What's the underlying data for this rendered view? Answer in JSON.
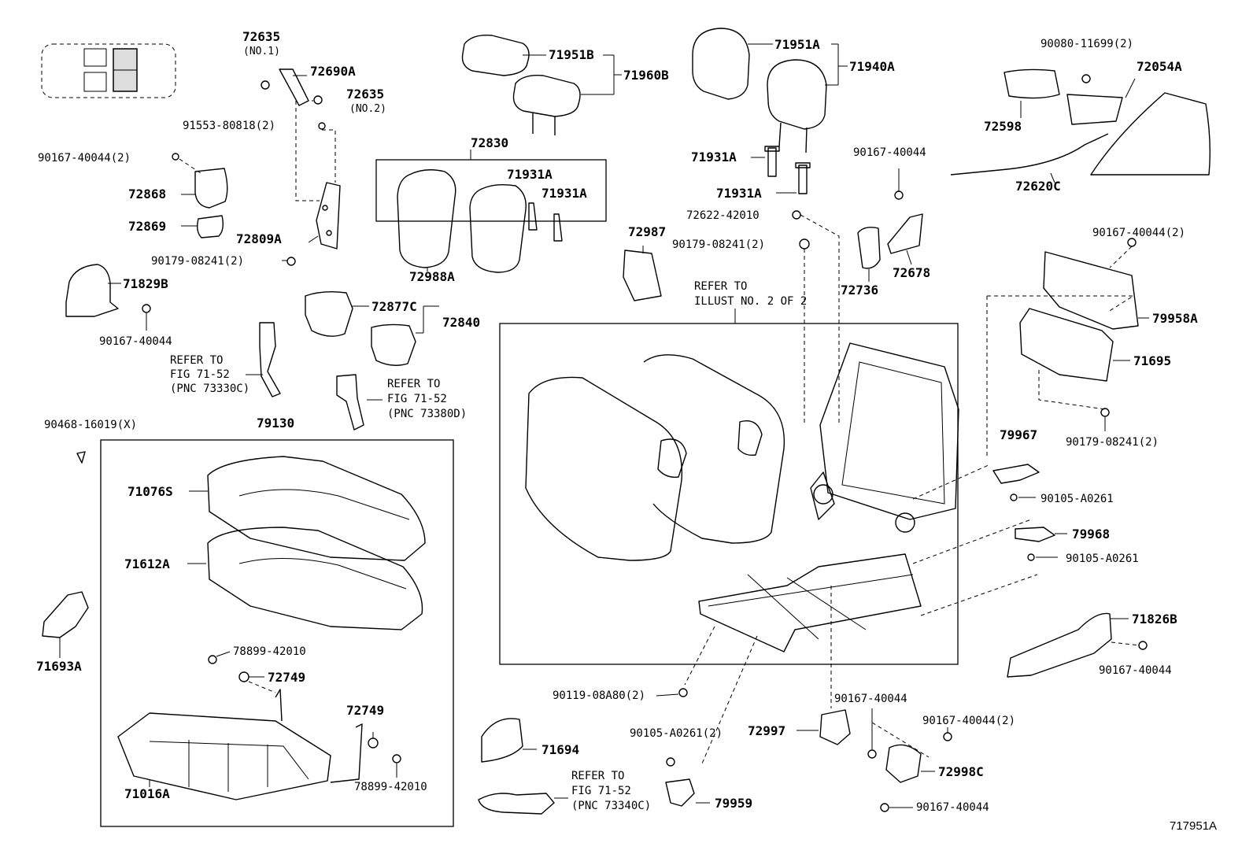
{
  "sheet_id": "717951A",
  "refer_illust": [
    "REFER TO",
    "ILLUST NO. 2 OF 2"
  ],
  "refer_fig_a": [
    "REFER TO",
    "FIG 71-52",
    "(PNC 73330C)"
  ],
  "refer_fig_b": [
    "REFER TO",
    "FIG 71-52",
    "(PNC 73380D)"
  ],
  "refer_fig_c": [
    "REFER TO",
    "FIG 71-52",
    "(PNC 73340C)"
  ],
  "labels": {
    "p72635_1": "72635",
    "no1": "(NO.1)",
    "p72690A": "72690A",
    "p72635_2": "72635",
    "no2": "(NO.2)",
    "p91553": "91553-80818(2)",
    "p90167_a": "90167-40044(2)",
    "p72868": "72868",
    "p72869": "72869",
    "p72809A": "72809A",
    "p90179_a": "90179-08241(2)",
    "p71829B": "71829B",
    "p90167_b": "90167-40044",
    "p71951B": "71951B",
    "p71960B": "71960B",
    "p72830": "72830",
    "p71931A_a": "71931A",
    "p71931A_b": "71931A",
    "p72988A": "72988A",
    "p72877C": "72877C",
    "p72840": "72840",
    "p72987": "72987",
    "p71951A": "71951A",
    "p71940A": "71940A",
    "p71931A_c": "71931A",
    "p71931A_d": "71931A",
    "p72622": "72622-42010",
    "p90179_b": "90179-08241(2)",
    "p90167_c": "90167-40044",
    "p72736": "72736",
    "p72678": "72678",
    "p90080": "90080-11699(2)",
    "p72054A": "72054A",
    "p72598": "72598",
    "p72620C": "72620C",
    "p90167_d": "90167-40044(2)",
    "p79958A": "79958A",
    "p71695": "71695",
    "p90179_c": "90179-08241(2)",
    "p79967": "79967",
    "p90105_a": "90105-A0261",
    "p79968": "79968",
    "p90105_b": "90105-A0261",
    "p71826B": "71826B",
    "p90167_e": "90167-40044",
    "p90468": "90468-16019(X)",
    "p79130": "79130",
    "p71076S": "71076S",
    "p71612A": "71612A",
    "p71693A": "71693A",
    "p78899_a": "78899-42010",
    "p72749_a": "72749",
    "p72749_b": "72749",
    "p71016A": "71016A",
    "p78899_b": "78899-42010",
    "p90119": "90119-08A80(2)",
    "p71694": "71694",
    "p90105_c": "90105-A0261(2)",
    "p79959": "79959",
    "p72997": "72997",
    "p90167_f": "90167-40044",
    "p90167_g": "90167-40044(2)",
    "p72998C": "72998C",
    "p90167_h": "90167-40044"
  }
}
